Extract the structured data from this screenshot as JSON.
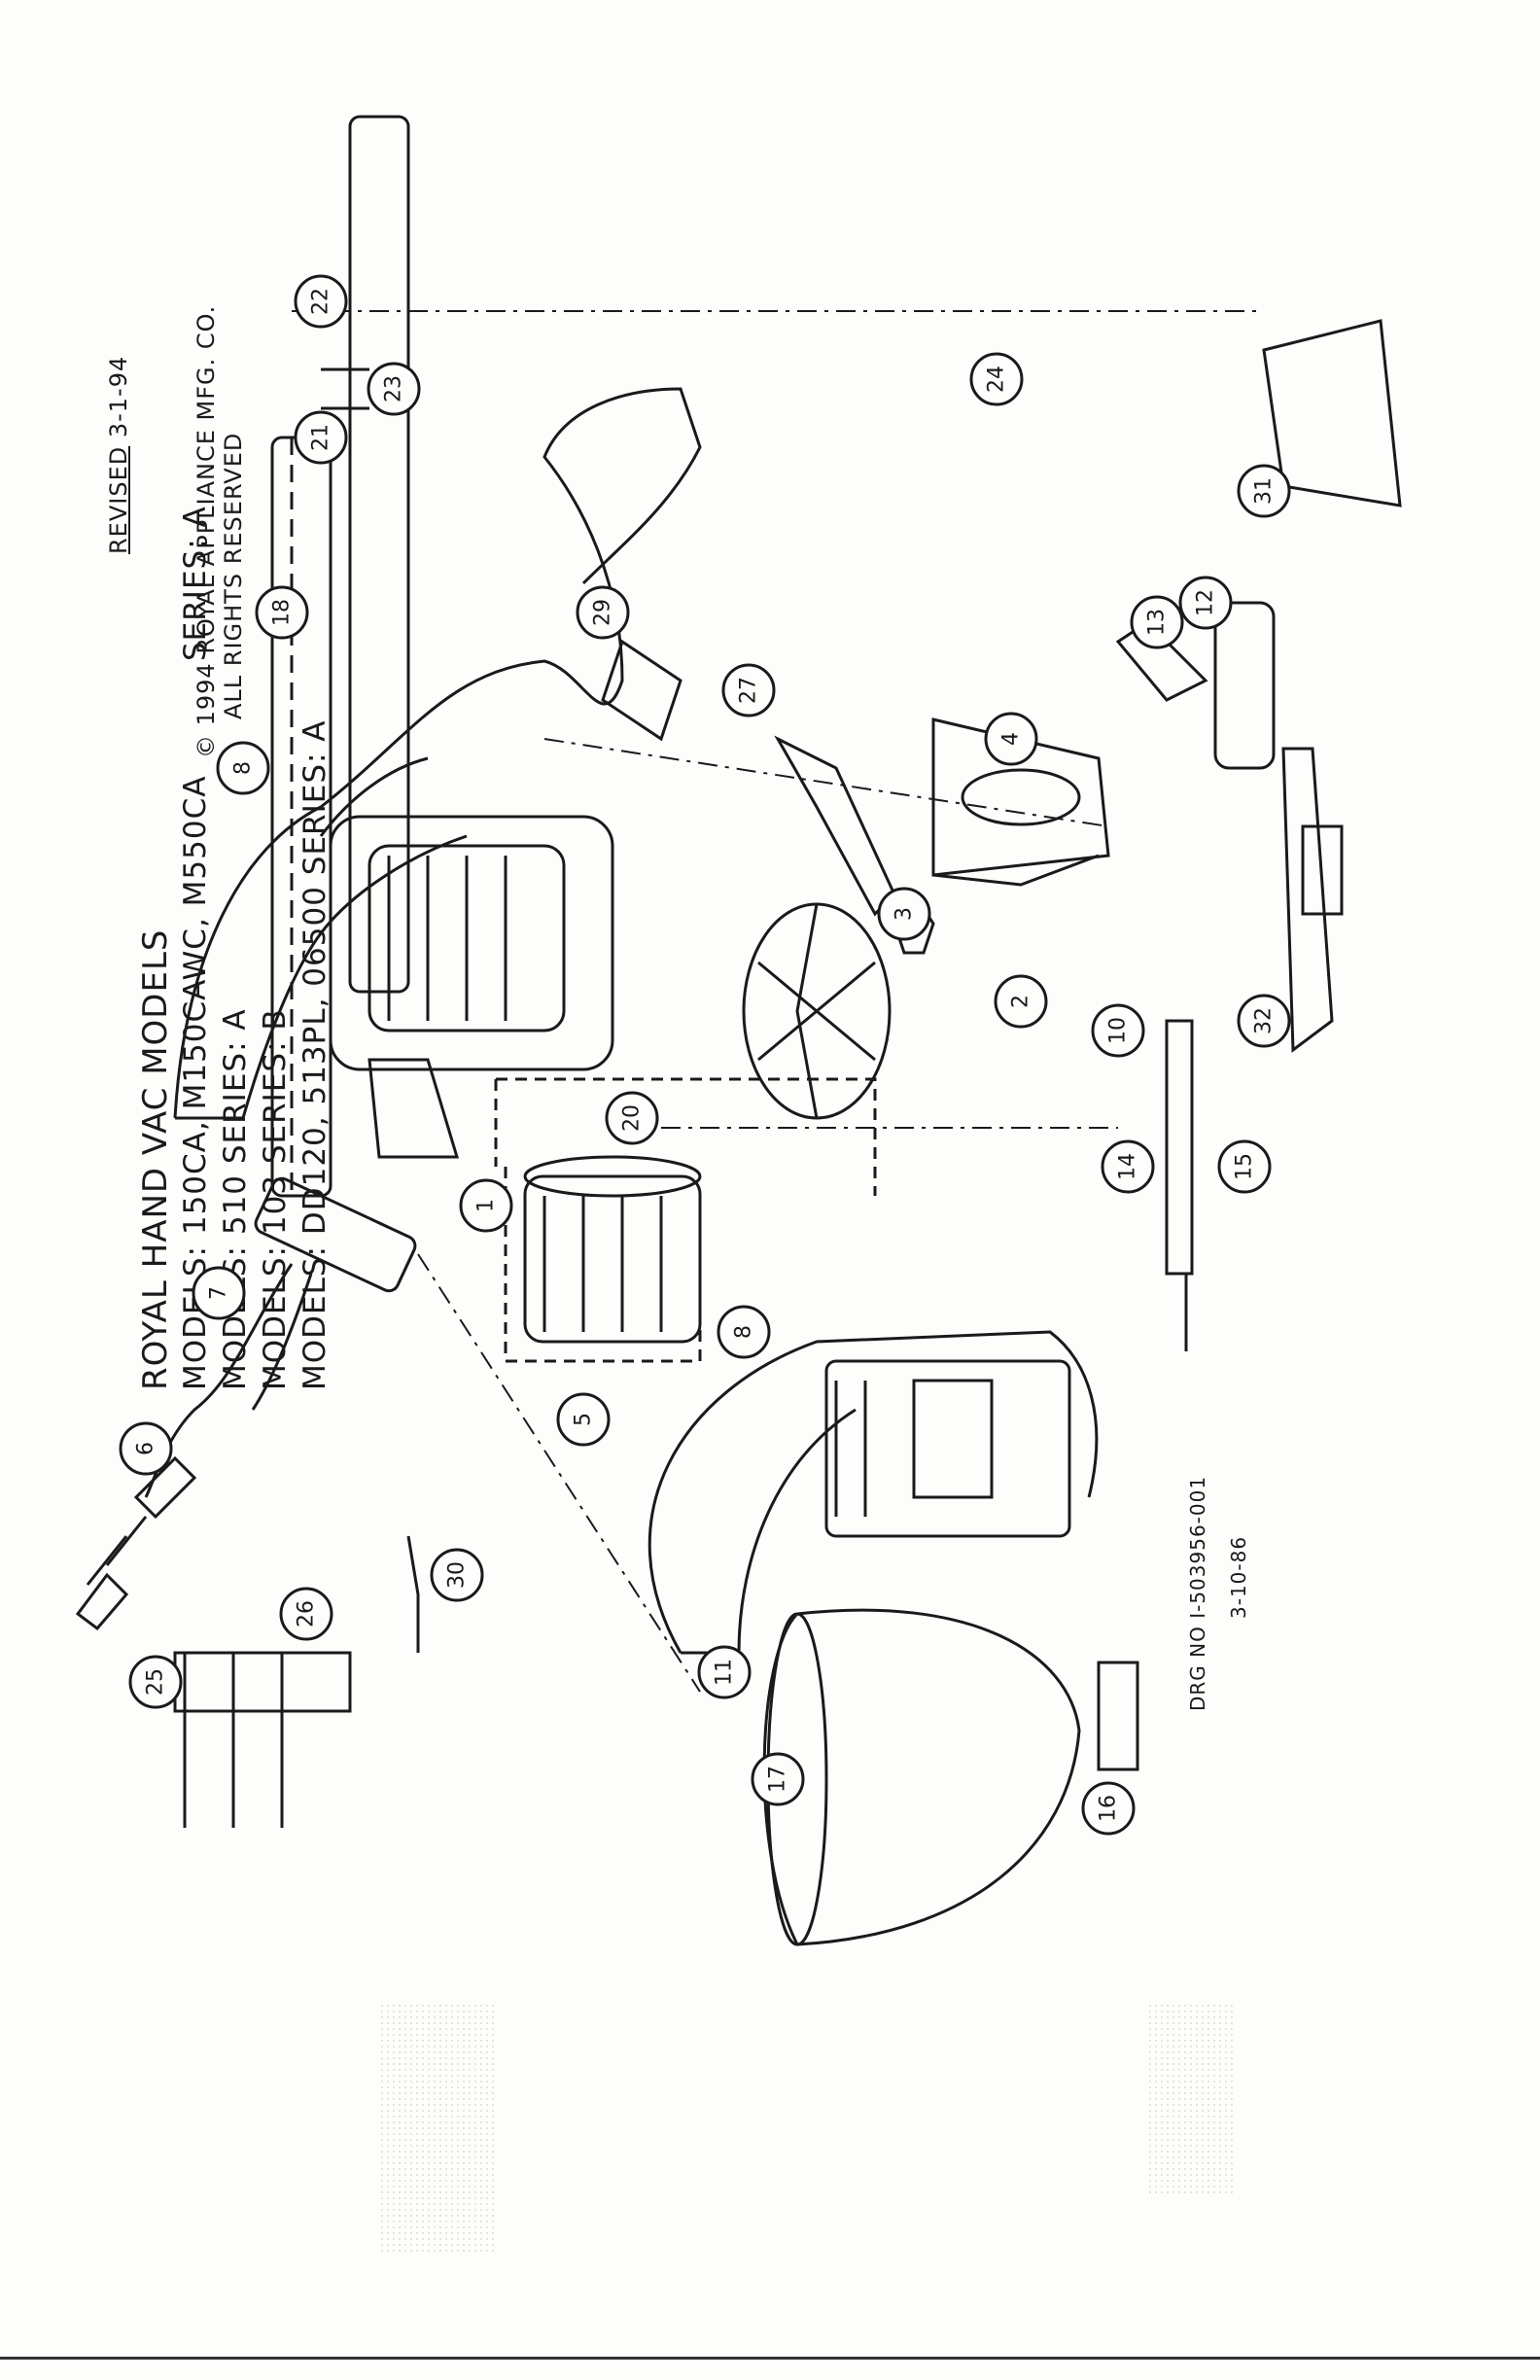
{
  "title_block": {
    "title": "ROYAL HAND VAC MODELS",
    "line1": "MODELS: 150CA, M150CAWC, M550CA",
    "line1_series": "SERIES: A",
    "line2": "MODELS: 510          SERIES: A",
    "line3": "MODELS: 103          SERIES: B",
    "line4": "MODELS: DD120, 513PL, 06500 SERIES: A"
  },
  "revision": {
    "label": "REVISED",
    "date": "3-1-94"
  },
  "copyright": {
    "line1": "© 1994 ROYAL APPLIANCE MFG. CO.",
    "line2": "ALL RIGHTS RESERVED"
  },
  "drawing": {
    "number": "DRG NO  I-503956-001",
    "date": "3-10-86"
  },
  "callouts": [
    "1",
    "2",
    "3",
    "4",
    "5",
    "6",
    "7",
    "8",
    "8",
    "10",
    "11",
    "12",
    "13",
    "14",
    "15",
    "16",
    "17",
    "18",
    "20",
    "21",
    "22",
    "23",
    "24",
    "25",
    "26",
    "27",
    "29",
    "30",
    "31",
    "32"
  ],
  "colors": {
    "ink": "#1a1a1a",
    "paper": "#fdfdfb"
  }
}
